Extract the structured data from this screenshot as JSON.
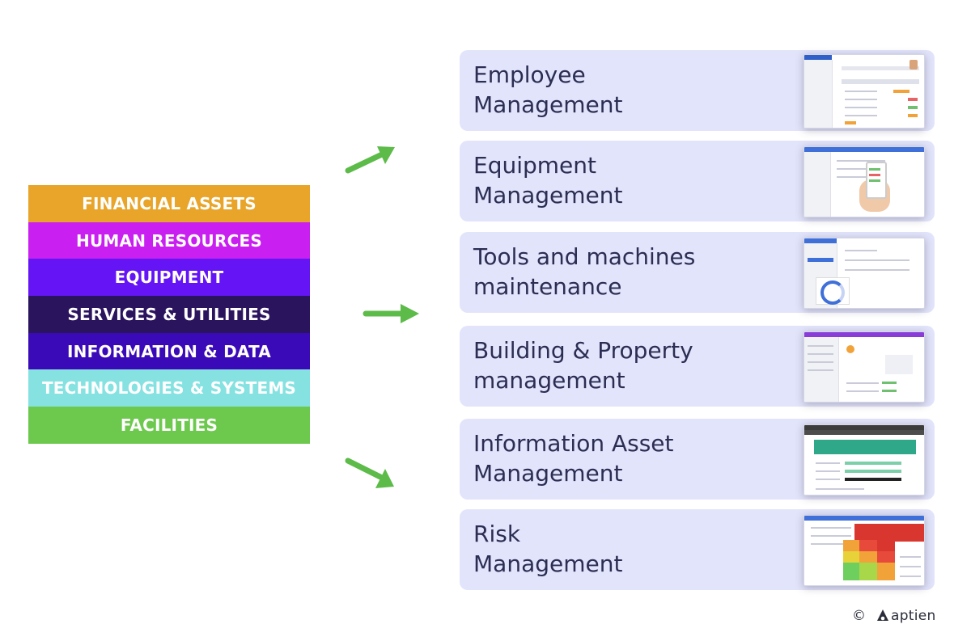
{
  "categories": [
    {
      "label": "FINANCIAL ASSETS",
      "color": "#e8a52a"
    },
    {
      "label": "HUMAN RESOURCES",
      "color": "#c91ff0"
    },
    {
      "label": "EQUIPMENT",
      "color": "#6414f5"
    },
    {
      "label": "SERVICES & UTILITIES",
      "color": "#2a145e"
    },
    {
      "label": "INFORMATION & DATA",
      "color": "#3a0ab8"
    },
    {
      "label": "TECHNOLOGIES & SYSTEMS",
      "color": "#86e1e1"
    },
    {
      "label": "FACILITIES",
      "color": "#6dc94e"
    }
  ],
  "cards": [
    {
      "line1": "Employee",
      "line2": "Management"
    },
    {
      "line1": "Equipment",
      "line2": "Management"
    },
    {
      "line1": "Tools and machines",
      "line2": "maintenance"
    },
    {
      "line1": "Building & Property",
      "line2": "management"
    },
    {
      "line1": "Information Asset",
      "line2": "Management"
    },
    {
      "line1": "Risk",
      "line2": "Management"
    }
  ],
  "colors": {
    "card_bg": "#e2e4fb",
    "title_text": "#2b2d52",
    "arrow": "#5dbb4a"
  },
  "footer": {
    "copyright": "©",
    "brand": "aptien"
  }
}
